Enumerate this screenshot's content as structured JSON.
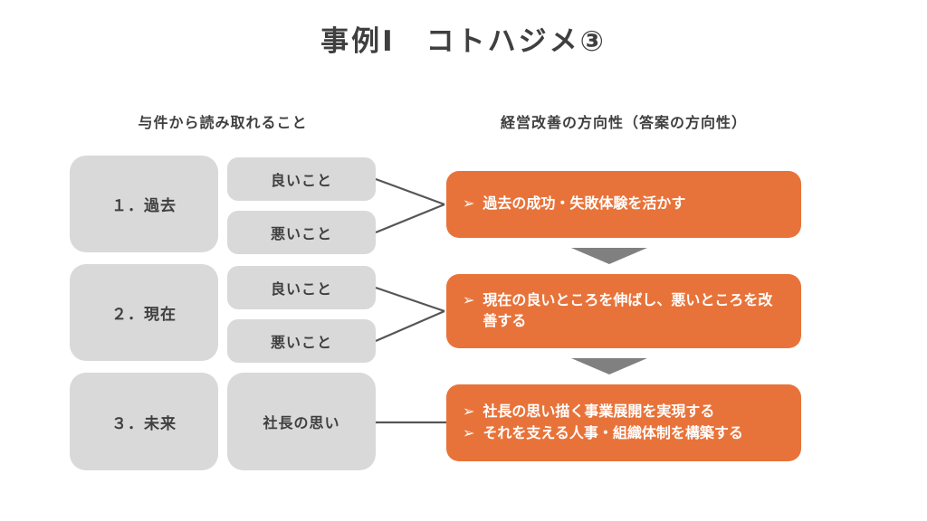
{
  "title": "事例Ⅰ　コトハジメ③",
  "bullet": "➢",
  "headers": {
    "left": "与件から読み取れること",
    "right": "経営改善の方向性（答案の方向性）"
  },
  "rows": [
    {
      "category": "１．過去",
      "items": [
        "良いこと",
        "悪いこと"
      ],
      "directions": [
        "過去の成功・失敗体験を活かす"
      ]
    },
    {
      "category": "２．現在",
      "items": [
        "良いこと",
        "悪いこと"
      ],
      "directions": [
        "現在の良いところを伸ばし、悪いところを改善する"
      ]
    },
    {
      "category": "３．未来",
      "items": [
        "社長の思い"
      ],
      "directions": [
        "社長の思い描く事業展開を実現する",
        "それを支える人事・組織体制を構築する"
      ]
    }
  ],
  "colors": {
    "accent_orange": "#E8733A",
    "box_gray": "#D9D9D9",
    "arrow_gray": "#808080",
    "connector_gray": "#555555",
    "text_dark": "#3F3F3F",
    "text_on_accent": "#FFFFFF"
  }
}
